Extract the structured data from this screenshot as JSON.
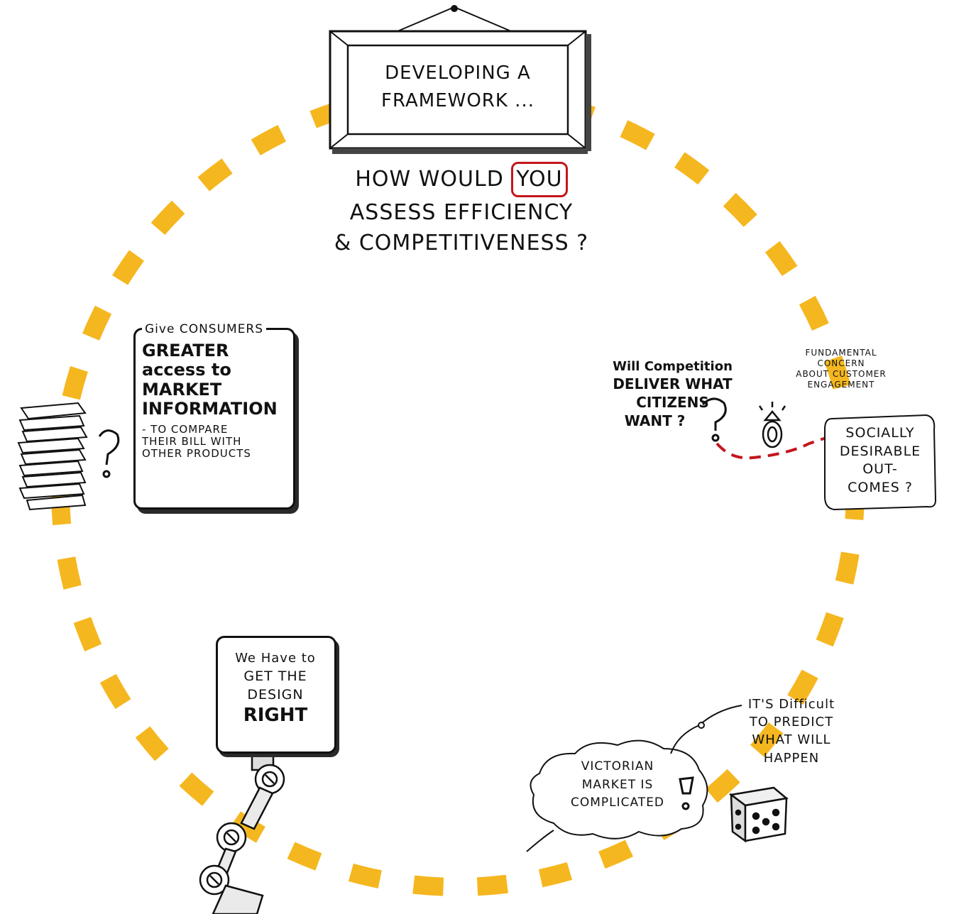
{
  "title": {
    "line1": "DEVELOPING a",
    "line2": "FRAMEWORK ..."
  },
  "question": {
    "line1_pre": "HOW WOULD",
    "line1_highlight": "YOU",
    "line2": "assess EFFICIENCY",
    "line3": "& COMPETITIVENESS ?"
  },
  "consumers_card": {
    "header": "Give CONSUMERS",
    "bold_line1": "GREATER",
    "bold_line2": "access to",
    "bold_line3": "MARKET",
    "bold_line4": "INFORMATION",
    "sub_line1": "- To COMPARE",
    "sub_line2": "THEIR BILL WITH",
    "sub_line3": "OTHER PRODUCTS"
  },
  "competition": {
    "line1": "Will Competition",
    "line2": "DELIVER WHAT",
    "line3": "CITIZENS",
    "line4": "WANT ?"
  },
  "concern": {
    "line1": "FUNDAMENTAL",
    "line2": "CONCERN",
    "line3": "ABOUT CUSTOMER",
    "line4": "ENGAGEMENT"
  },
  "outcomes": {
    "line1": "SOCIALLY",
    "line2": "DESIRABLE",
    "line3": "OUT-",
    "line4": "COMES ?"
  },
  "design_sign": {
    "line1": "We Have to",
    "line2": "GET THE",
    "line3": "DESIGN",
    "line4": "RIGHT"
  },
  "victorian": {
    "line1": "VICTORIAN",
    "line2": "MARKET IS",
    "line3": "COMPLICATED"
  },
  "predict": {
    "line1": "IT'S Difficult",
    "line2": "to PREDICT",
    "line3": "WHAT WILL",
    "line4": "HAPPEN"
  },
  "colors": {
    "dash": "#f5b71f",
    "ink": "#111111",
    "red": "#c4151c"
  },
  "icons": [
    "paper-stack-icon",
    "question-mark-icon",
    "ring-icon",
    "dice-icon",
    "robot-arm-icon",
    "picture-frame-icon"
  ]
}
